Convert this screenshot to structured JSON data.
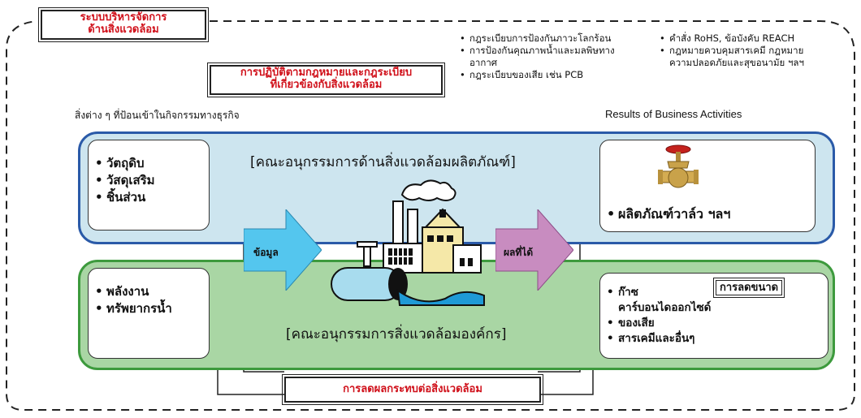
{
  "system_title_line1": "ระบบบริหารจัดการ",
  "system_title_line2": "ด้านสิ่งแวดล้อม",
  "compliance_title_line1": "การปฏิบัติตามกฎหมายและกฎระเบียบ",
  "compliance_title_line2": "ที่เกี่ยวข้องกับสิ่งแวดล้อม",
  "regulations_left": [
    {
      "text": "กฎระเบียบการป้องกันภาวะโลกร้อน",
      "bullet": true
    },
    {
      "text": "การป้องกันคุณภาพน้ำและมลพิษทาง",
      "bullet": true
    },
    {
      "text": "อากาศ",
      "bullet": false
    },
    {
      "text": "กฎระเบียบของเสีย เช่น PCB",
      "bullet": true
    }
  ],
  "regulations_right": [
    {
      "text": "คำสั่ง RoHS, ข้อบังคับ REACH",
      "bullet": true
    },
    {
      "text": "กฎหมายควบคุมสารเคมี กฎหมาย",
      "bullet": true
    },
    {
      "text": "ความปลอดภัยและสุขอนามัย ฯลฯ",
      "bullet": false
    }
  ],
  "inputs_caption": "สิ่งต่าง ๆ ที่ป้อนเข้าในกิจกรรมทางธุรกิจ",
  "results_caption": "Results of Business Activities",
  "product_committee": "[คณะอนุกรรมการด้านสิ่งแวดล้อมผลิตภัณฑ์]",
  "org_committee": "[คณะอนุกรรมการสิ่งแวดล้อมองค์กร]",
  "input_materials": [
    "วัตถุดิบ",
    "วัสดุเสริม",
    "ชิ้นส่วน"
  ],
  "input_resources": [
    "พลังงาน",
    "ทรัพยากรน้ำ"
  ],
  "product_output": "ผลิตภัณฑ์วาล์ว ฯลฯ",
  "reduction_label": "การลดขนาด",
  "emissions": [
    {
      "text": "ก๊าซ",
      "bullet": true
    },
    {
      "text": "คาร์บอนไดออกไซด์",
      "bullet": false
    },
    {
      "text": "ของเสีย",
      "bullet": true
    },
    {
      "text": "สารเคมีและอื่นๆ",
      "bullet": true
    }
  ],
  "arrow_in_label": "ข้อมูล",
  "arrow_out_label": "ผลที่ได้",
  "impact_reduction": "การลดผลกระทบต่อสิ่งแวดล้อม",
  "icons": {
    "product": "valve-icon",
    "factory": "factory-icon"
  },
  "colors": {
    "title_red": "#d0101a",
    "product_fill": "#cde5ef",
    "product_border": "#2a5aa8",
    "org_fill": "#a9d6a4",
    "org_border": "#3d9a3d",
    "arrow_in": "#54c6ee",
    "arrow_out": "#c88cc0"
  }
}
